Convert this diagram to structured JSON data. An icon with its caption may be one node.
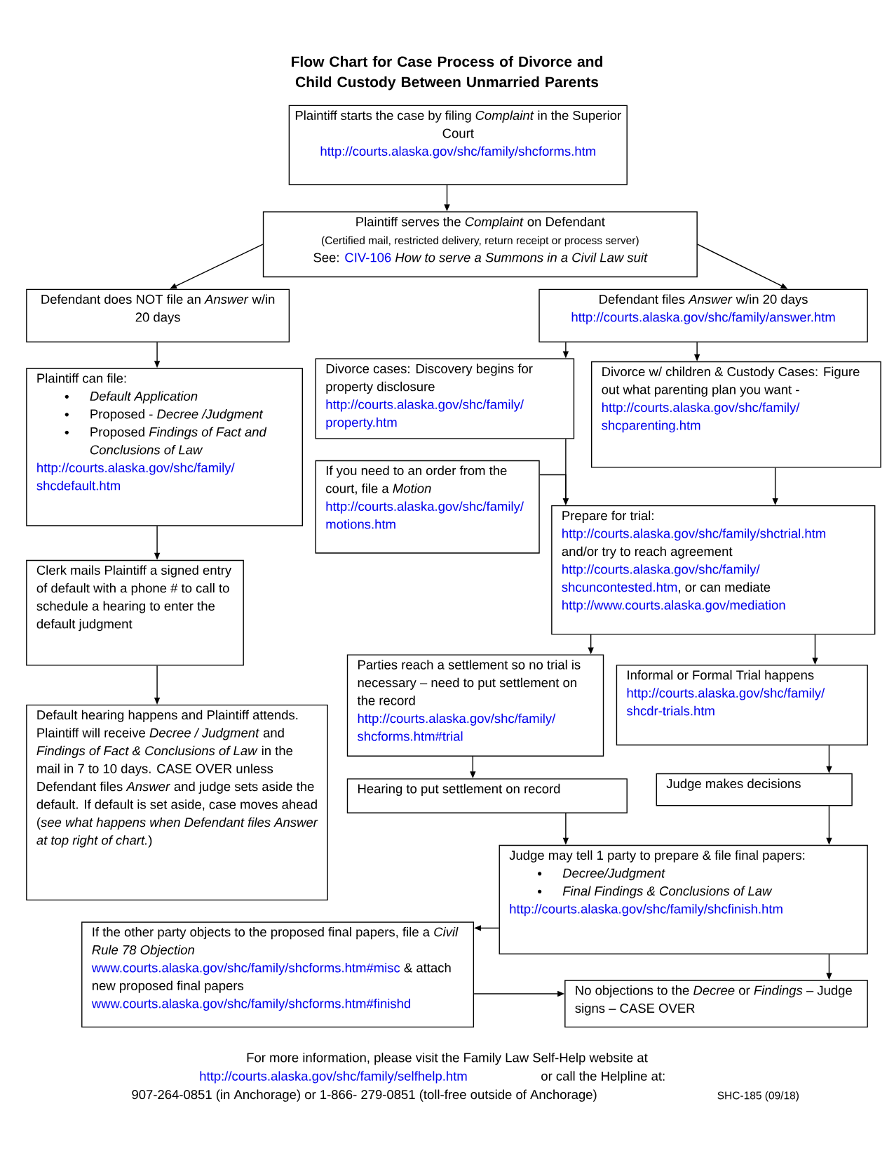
{
  "diagram": {
    "title": "Flow Chart for Case Process of Divorce and Child Custody Between Unmarried Parents",
    "nodes": [
      {
        "text": [
          "Plaintiff starts the case by filing *Complaint* in the Superior Court",
          "http://courts.alaska.gov/shc/family/shcforms.htm"
        ]
      },
      {
        "text": [
          "Plaintiff serves the *Complaint* on Defendant",
          "(Certified mail, restricted delivery, return receipt or process server)",
          "See:",
          "CIV-106",
          "How to serve a Summons in a Civil Law suit"
        ]
      },
      {
        "text": [
          "Defendant does NOT file an *Answer* w/in 20 days"
        ]
      },
      {
        "text": [
          "Defendant files *Answer* w/in 20 days",
          "http://courts.alaska.gov/shc/family/answer.htm"
        ]
      },
      {
        "text": [
          "Plaintiff can file:",
          "Default Application",
          "Proposed - *Decree /Judgment*",
          "Proposed *Findings of Fact and Conclusions of Law*",
          "http://courts.alaska.gov/shc/family/shcdefault.htm"
        ]
      },
      {
        "text": [
          "Divorce cases: Discovery begins for property disclosure",
          "http://courts.alaska.gov/shc/family/property.htm"
        ]
      },
      {
        "text": [
          "Divorce w/ children & Custody Cases: Figure out what parenting plan you want -",
          "http://courts.alaska.gov/shc/family/shcparenting.htm"
        ]
      },
      {
        "text": [
          "Clerk mails Plaintiff a signed entry of default with a phone # to call to schedule a hearing to enter the default judgment"
        ]
      },
      {
        "text": [
          "If you need to an order from the court, file a *Motion*",
          "http://courts.alaska.gov/shc/family/motions.htm"
        ]
      },
      {
        "text": [
          "Prepare for trial:",
          "http://courts.alaska.gov/shc/family/shctrial.htm",
          "and/or try to reach agreement",
          "http://courts.alaska.gov/shc/family/shcuncontested.htm",
          ", or can mediate",
          "http://www.courts.alaska.gov/mediation"
        ]
      },
      {
        "text": [
          "Default hearing happens and Plaintiff attends. Plaintiff will receive *Decree / Judgment* and *Findings of Fact & Conclusions of Law* in the mail in 7 to 10 days. CASE OVER unless Defendant files *Answer* and judge sets aside the default. If default is set aside, case moves ahead (*see what happens when Defendant files Answer at top right of chart.*)"
        ]
      },
      {
        "text": [
          "Parties reach a settlement so no trial is necessary – need to put settlement on the record",
          "http://courts.alaska.gov/shc/family/shcforms.htm#trial"
        ]
      },
      {
        "text": [
          "Informal or Formal Trial happens",
          "http://courts.alaska.gov/shc/family/shcdr-trials.htm"
        ]
      },
      {
        "text": [
          "Hearing to put settlement on record"
        ]
      },
      {
        "text": [
          "Judge makes decisions"
        ]
      },
      {
        "text": [
          "Judge may tell 1 party to prepare & file final papers:",
          "Decree/Judgment",
          "Final Findings & Conclusions of Law",
          "http://courts.alaska.gov/shc/family/shcfinish.htm"
        ]
      },
      {
        "text": [
          "If the other party objects to the proposed final papers, file a *Civil Rule 78 Objection*",
          "www.courts.alaska.gov/shc/family/shcforms.htm#misc",
          "& attach new proposed final papers",
          "www.courts.alaska.gov/shc/family/shcforms.htm#finishd"
        ]
      },
      {
        "text": [
          "No objections to the *Decree* or *Findings* – Judge signs – CASE OVER"
        ]
      }
    ],
    "edges": [
      {
        "from": 0,
        "to": 1,
        "arrow": "to"
      },
      {
        "from": 1,
        "to": 2,
        "arrow": "to"
      },
      {
        "from": 1,
        "to": 3,
        "arrow": "to"
      },
      {
        "from": 3,
        "to": 5,
        "arrow": "to"
      },
      {
        "from": 3,
        "to": 6,
        "arrow": "to"
      },
      {
        "from": 2,
        "to": 4,
        "arrow": "to"
      },
      {
        "from": 4,
        "to": 7,
        "arrow": "to"
      },
      {
        "from": 7,
        "to": 10,
        "arrow": "to"
      },
      {
        "from": 5,
        "to": 9,
        "arrow": "to"
      },
      {
        "from": 8,
        "to": 9,
        "arrow": "to"
      },
      {
        "from": 6,
        "to": 9,
        "arrow": "to"
      },
      {
        "from": 9,
        "to": 11,
        "arrow": "to"
      },
      {
        "from": 9,
        "to": 12,
        "arrow": "to"
      },
      {
        "from": 11,
        "to": 13,
        "arrow": "to"
      },
      {
        "from": 12,
        "to": 14,
        "arrow": "to"
      },
      {
        "from": 13,
        "to": 15,
        "arrow": "to"
      },
      {
        "from": 14,
        "to": 15,
        "arrow": "to"
      },
      {
        "from": 15,
        "to": 16,
        "arrow": "to"
      },
      {
        "from": 15,
        "to": 17,
        "arrow": "to"
      },
      {
        "from": 16,
        "to": 17,
        "arrow": "to"
      }
    ],
    "labels": [
      "For more information, please visit the Family Law Self-Help website at",
      "http://courts.alaska.gov/shc/family/selfhelp.htm",
      "or call the Helpline at:",
      "907-264-0851 (in Anchorage) or 1-866- 279-0851 (toll-free outside of Anchorage)",
      "SHC-185 (09/18)"
    ]
  }
}
